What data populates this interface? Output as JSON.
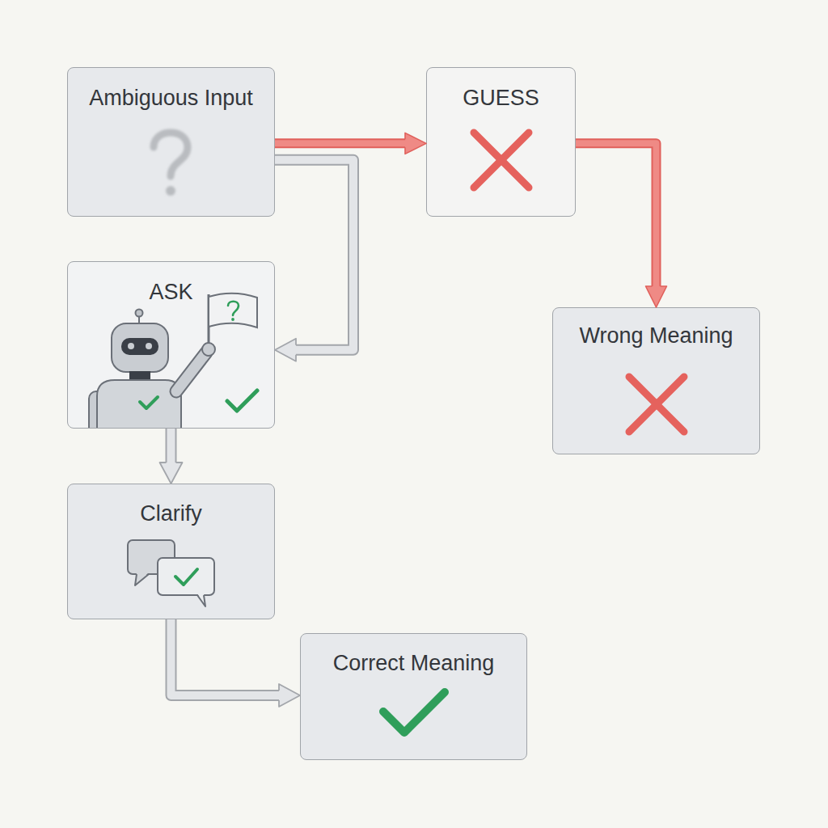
{
  "diagram": {
    "nodes": [
      {
        "text": [
          "Ambiguous Input"
        ]
      },
      {
        "text": [
          "GUESS"
        ]
      },
      {
        "text": [
          "ASK"
        ]
      },
      {
        "text": [
          "Wrong Meaning"
        ]
      },
      {
        "text": [
          "Clarify"
        ]
      },
      {
        "text": [
          "Correct Meaning"
        ]
      }
    ],
    "edges": [
      {
        "from": 0,
        "to": 1,
        "arrow": "to"
      },
      {
        "from": 0,
        "to": 2,
        "arrow": "to"
      },
      {
        "from": 1,
        "to": 3,
        "arrow": "to"
      },
      {
        "from": 2,
        "to": 4,
        "arrow": "to"
      },
      {
        "from": 4,
        "to": 5,
        "arrow": "to"
      }
    ]
  }
}
